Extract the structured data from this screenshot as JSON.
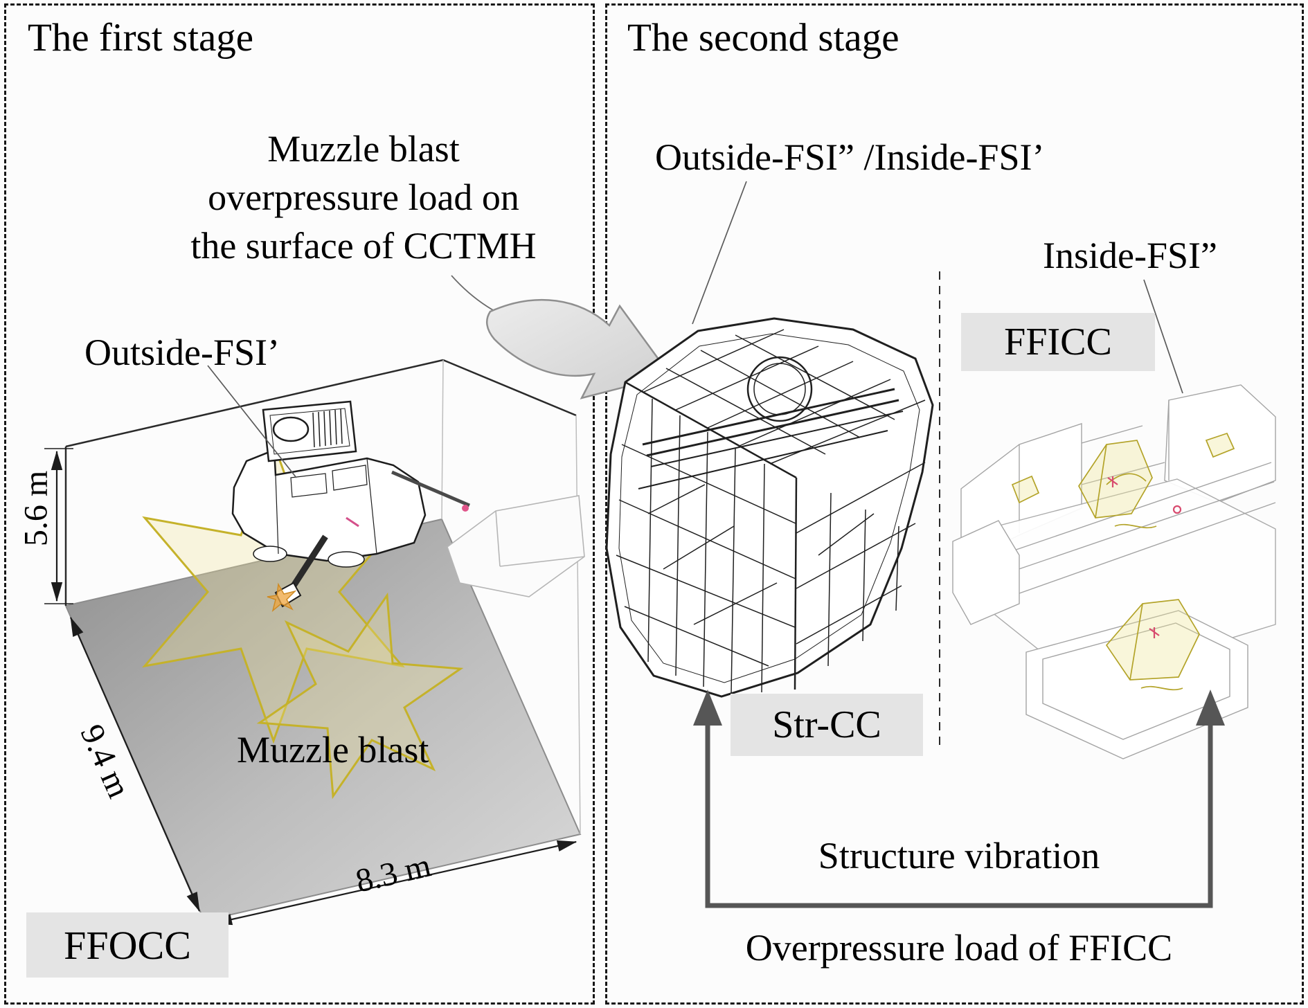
{
  "stage1": {
    "title": "The first stage",
    "caption_lines": [
      "Muzzle blast",
      "overpressure load on",
      "the surface of CCTMH"
    ],
    "outside_fsi": "Outside-FSI’",
    "muzzle_blast": "Muzzle blast",
    "ffocc": "FFOCC",
    "dim_height": "5.6 m",
    "dim_depth": "9.4 m",
    "dim_width": "8.3 m"
  },
  "stage2": {
    "title": "The second stage",
    "outside_inside_fsi": "Outside-FSI” /Inside-FSI’",
    "inside_fsi": "Inside-FSI”",
    "fficc": "FFICC",
    "str_cc": "Str-CC",
    "structure_vibration": "Structure vibration",
    "overpressure_load": "Overpressure load of FFICC"
  },
  "colors": {
    "blast_yellow": "#c5b22a",
    "label_background": "#e4e4e4",
    "big_arrow_gray": "#d9d9d9",
    "connector_gray": "#565656",
    "floor_dark": "#8f8f8f",
    "floor_light": "#d8d8d8"
  }
}
